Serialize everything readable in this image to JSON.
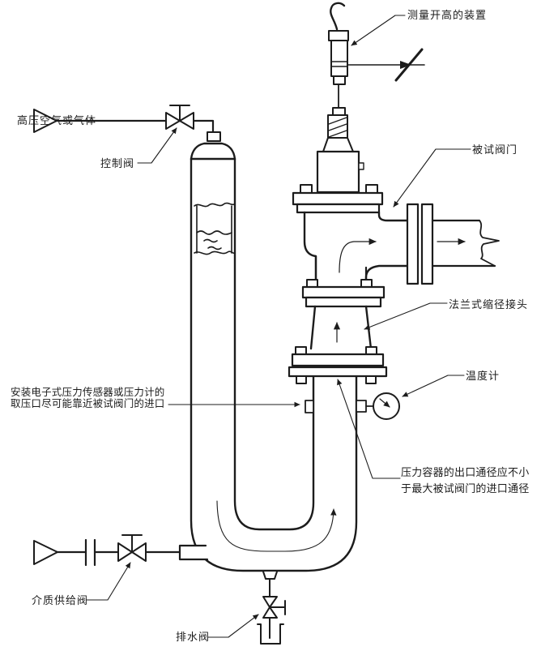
{
  "figure": {
    "background": "#ffffff",
    "ink": "#1c1c1c",
    "description_type": "valve-test-rig-schematic"
  },
  "labels": {
    "lift_device": "测量开高的装置",
    "hp_air": "高压空气或气体",
    "control_valve": "控制阀",
    "test_valve": "被试阀门",
    "reducer": "法兰式缩径接头",
    "thermometer": "温度计",
    "pressure_tap": "安装电子式压力传感器或压力计的\n取压口尽可能靠近被试阀门的进口",
    "vessel_outlet": "压力容器的出口通径应不小\n于最大被试阀门的进口通径",
    "supply_valve": "介质供给阀",
    "drain_valve": "排水阀"
  }
}
